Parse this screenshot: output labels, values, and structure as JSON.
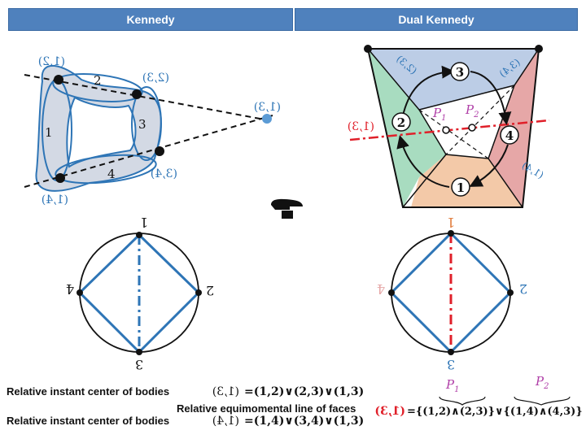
{
  "headers": {
    "left": "Kennedy",
    "right": "Dual Kennedy"
  },
  "kennedy": {
    "body_labels": [
      "1",
      "2",
      "3",
      "4"
    ],
    "ic_labels": {
      "p12": "(1,2)",
      "p23": "(2,3)",
      "p13": "(1,3)",
      "p34": "(3,4)",
      "p14": "(1,4)"
    },
    "circle_labels": [
      "1",
      "2",
      "3",
      "4"
    ]
  },
  "dual": {
    "face_labels": [
      "1",
      "2",
      "3",
      "4"
    ],
    "p1": "P",
    "p1_sub": "1",
    "p2": "P",
    "p2_sub": "2",
    "edge_labels": {
      "e23": "(2,3)",
      "e34": "(3,4)",
      "e13": "(1,3)",
      "e14": "(1,4)"
    },
    "circle_labels": [
      "1",
      "2",
      "3",
      "4"
    ]
  },
  "equations": {
    "line1_label": "Relative instant center of bodies",
    "line1_lhs": "(1,3)",
    "line1_rhs": "=(1,2)∨(2,3)∨(1,3)",
    "line2_label": "Relative equimomental line of faces",
    "line2_lhs": "(1,3)",
    "line2_rhs": "={(1,2)∧(2,3)}∨{(1,4)∧(4,3)}",
    "line3_label": "Relative instant center of bodies",
    "line3_lhs": "(1,4)",
    "line3_rhs": "=(1,4)∨(3,4)∨(1,3)",
    "p1_tag": "P",
    "p1_sub": "1",
    "p2_tag": "P",
    "p2_sub": "2"
  },
  "colors": {
    "header_bg": "#4f81bd",
    "ring_fill": "#d3d9e4",
    "ring_stroke": "#2e75b6",
    "face1": "#f3c9a8",
    "face2": "#a8dcc0",
    "face3": "#bccde6",
    "face4": "#e6a7a7",
    "accent_red": "#e0202a",
    "accent_blue": "#2e75b6",
    "p_label": "#b040a8"
  }
}
